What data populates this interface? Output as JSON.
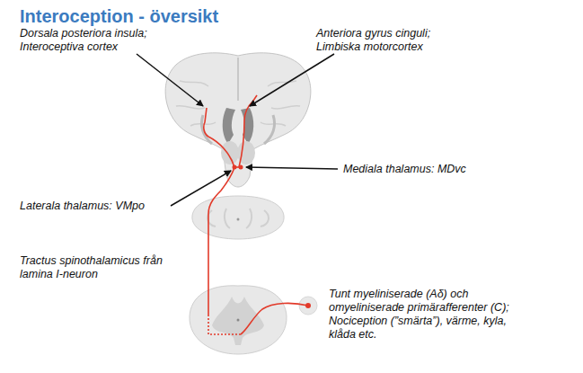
{
  "diagram": {
    "title": "Interoception - översikt",
    "labels": [
      "Dorsala posteriora insula; Interoceptiva cortex",
      "Anteriora gyrus cinguli; Limbiska motorcortex",
      "Mediala thalamus: MDvc",
      "Laterala thalamus: VMpo",
      "Tractus spinothalamicus från lamina I-neuron",
      "Tunt myeliniserade (Aδ) och omyeliniserade primärafferenter (C); Nociception (”smärta”), värme, kyla, klåda etc."
    ]
  }
}
